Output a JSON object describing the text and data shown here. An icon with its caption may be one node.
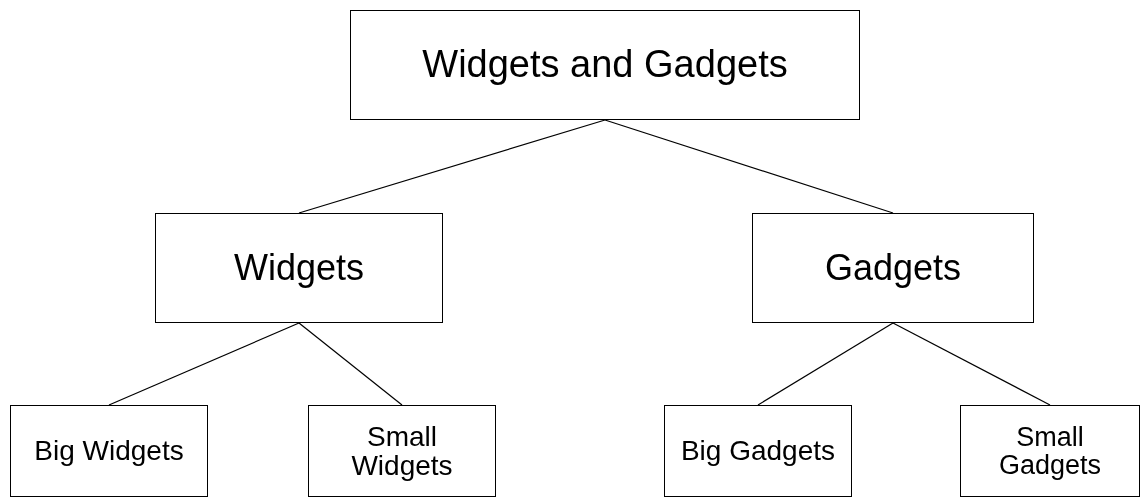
{
  "diagram": {
    "nodes": [
      {
        "text": [
          "Widgets and Gadgets"
        ]
      },
      {
        "text": [
          "Widgets"
        ]
      },
      {
        "text": [
          "Gadgets"
        ]
      },
      {
        "text": [
          "Big Widgets"
        ]
      },
      {
        "text": [
          "Small Widgets"
        ]
      },
      {
        "text": [
          "Big Gadgets"
        ]
      },
      {
        "text": [
          "Small Gadgets"
        ]
      }
    ],
    "edges": [
      {
        "from": 0,
        "to": 1,
        "arrow": "none"
      },
      {
        "from": 0,
        "to": 2,
        "arrow": "none"
      },
      {
        "from": 1,
        "to": 3,
        "arrow": "none"
      },
      {
        "from": 1,
        "to": 4,
        "arrow": "none"
      },
      {
        "from": 2,
        "to": 5,
        "arrow": "none"
      },
      {
        "from": 2,
        "to": 6,
        "arrow": "none"
      }
    ]
  }
}
